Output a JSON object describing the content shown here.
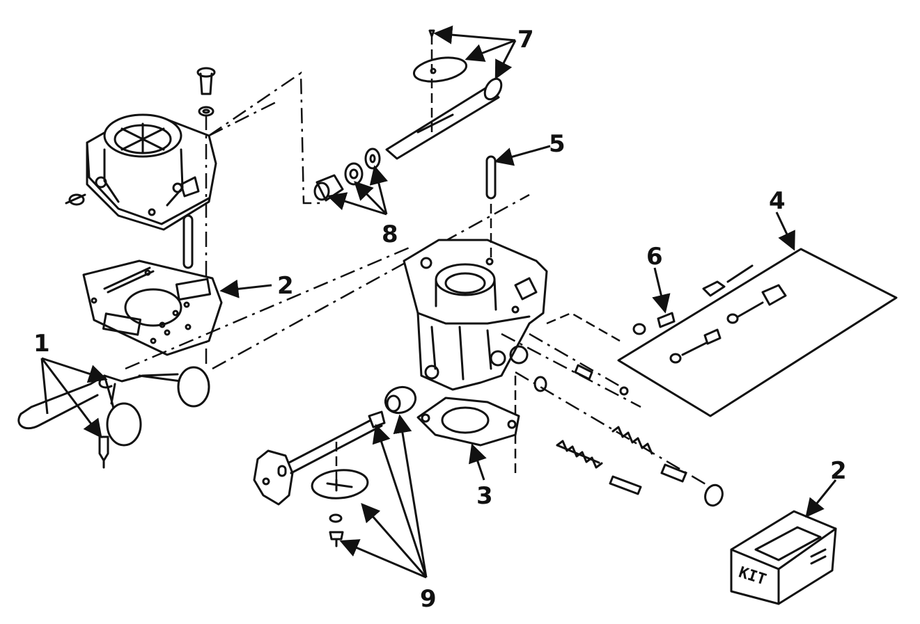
{
  "callouts": {
    "c1": "1",
    "c2a": "2",
    "c2b": "2",
    "c3": "3",
    "c4": "4",
    "c5": "5",
    "c6": "6",
    "c7": "7",
    "c8": "8",
    "c9": "9"
  },
  "kit_label": "KIT"
}
